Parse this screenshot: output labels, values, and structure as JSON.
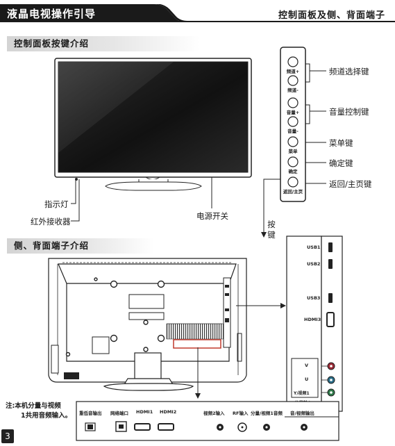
{
  "header": {
    "title": "液晶电视操作引导",
    "subtitle": "控制面板及侧、背面端子"
  },
  "sections": {
    "control_panel": "控制面板按键介绍",
    "side_back": "侧、背面端子介绍"
  },
  "tv_labels": {
    "indicator": "指示灯",
    "ir_receiver": "红外接收器",
    "power_switch": "电源开关"
  },
  "panel_buttons": {
    "ch_up": "频道+",
    "ch_down": "频道-",
    "vol_up": "音量+",
    "vol_down": "音量-",
    "menu": "菜单",
    "ok": "确定",
    "back": "返回/主页"
  },
  "button_callouts": {
    "channel": "频道选择键",
    "volume": "音量控制键",
    "menu": "菜单键",
    "ok": "确定键",
    "back": "返回/主页键"
  },
  "keys_vertical": [
    "按",
    "键"
  ],
  "side_ports": {
    "usb1": "USB1",
    "usb2": "USB2",
    "usb3": "USB3",
    "hdmi3": "HDMI3",
    "v": "V",
    "u": "U",
    "y_video1": "Y/视频1",
    "component_in": "分量输入"
  },
  "bottom_ports": {
    "subwoofer": "重低音输出",
    "network": "网络端口",
    "hdmi1": "HDMI1",
    "hdmi2": "HDMI2",
    "video2_in": "视频2输入",
    "rf_in": "RF输入",
    "component_video_audio": "分量/视频1音频",
    "audio_video_out": "音/视频输出"
  },
  "note": {
    "line1": "注:本机分量与视频",
    "line2": "1共用音频输入。"
  },
  "page_number": "3",
  "colors": {
    "header_bg": "#1a1a1a",
    "accent_red": "#c0392b",
    "port_red": "#9c2a36",
    "port_blue": "#2a6f8a",
    "port_green": "#2f7a4a"
  }
}
